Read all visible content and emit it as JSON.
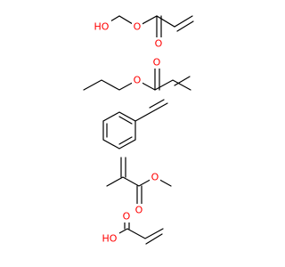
{
  "colors": {
    "bond": "#000000",
    "oxygen": "#ff0000",
    "background": "#ffffff"
  },
  "molecules": [
    {
      "id": "hydroxyethyl-acrylate",
      "labels": {
        "hydroxyl": "HO",
        "ester_o": "O",
        "carbonyl_o": "O"
      }
    },
    {
      "id": "butyl-acrylate",
      "labels": {
        "carbonyl_o": "O",
        "ester_o": "O"
      }
    },
    {
      "id": "styrene",
      "labels": {}
    },
    {
      "id": "methyl-methacrylate",
      "labels": {
        "carbonyl_o": "O",
        "ester_o": "O"
      }
    },
    {
      "id": "acrylic-acid",
      "labels": {
        "carbonyl_o": "O",
        "hydroxyl": "HO"
      }
    }
  ]
}
